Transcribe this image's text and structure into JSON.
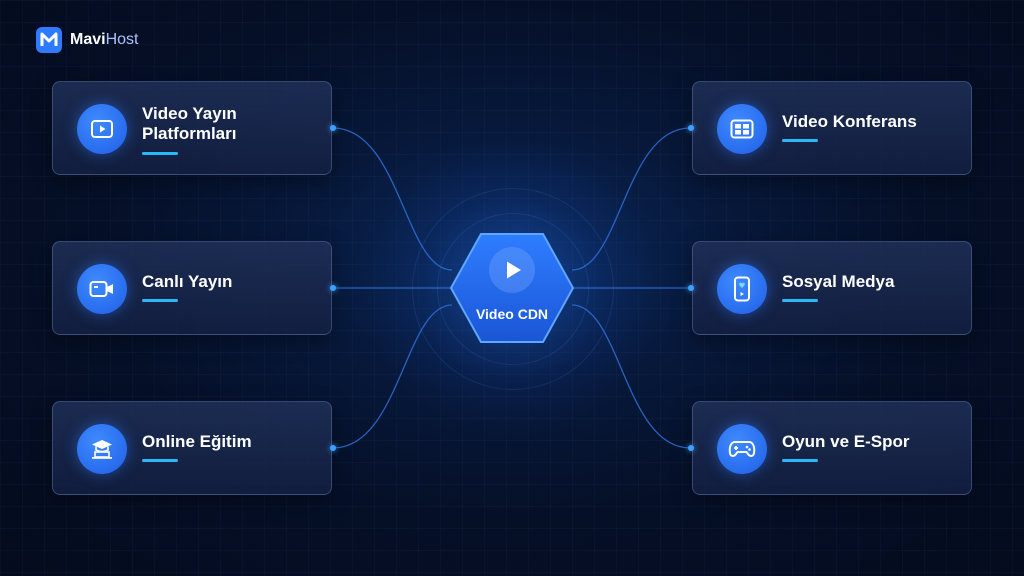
{
  "brand": {
    "name_bold": "Mavi",
    "name_light": "Host",
    "logo_letter": "M"
  },
  "center": {
    "label": "Video CDN",
    "icon": "play-icon"
  },
  "left_cards": [
    {
      "line1": "Video Yayın",
      "line2": "Platformları",
      "icon": "video-player-icon"
    },
    {
      "line1": "Canlı Yayın",
      "line2": "",
      "icon": "video-camera-icon"
    },
    {
      "line1": "Online Eğitim",
      "line2": "",
      "icon": "graduation-laptop-icon"
    }
  ],
  "right_cards": [
    {
      "line1": "Video Konferans",
      "line2": "",
      "icon": "video-grid-icon"
    },
    {
      "line1": "Sosyal Medya",
      "line2": "",
      "icon": "mobile-heart-icon"
    },
    {
      "line1": "Oyun ve E-Spor",
      "line2": "",
      "icon": "gamepad-icon"
    }
  ],
  "colors": {
    "accent": "#2e7bff",
    "underline": "#27b8ff",
    "background": "#050f26"
  }
}
